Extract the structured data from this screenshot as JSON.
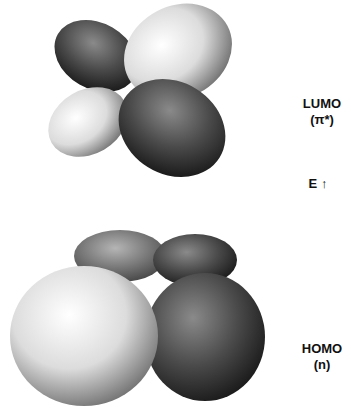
{
  "diagram": {
    "labels": [
      "LUMO (π*)",
      "E ↑",
      "HOMO (n)"
    ]
  }
}
